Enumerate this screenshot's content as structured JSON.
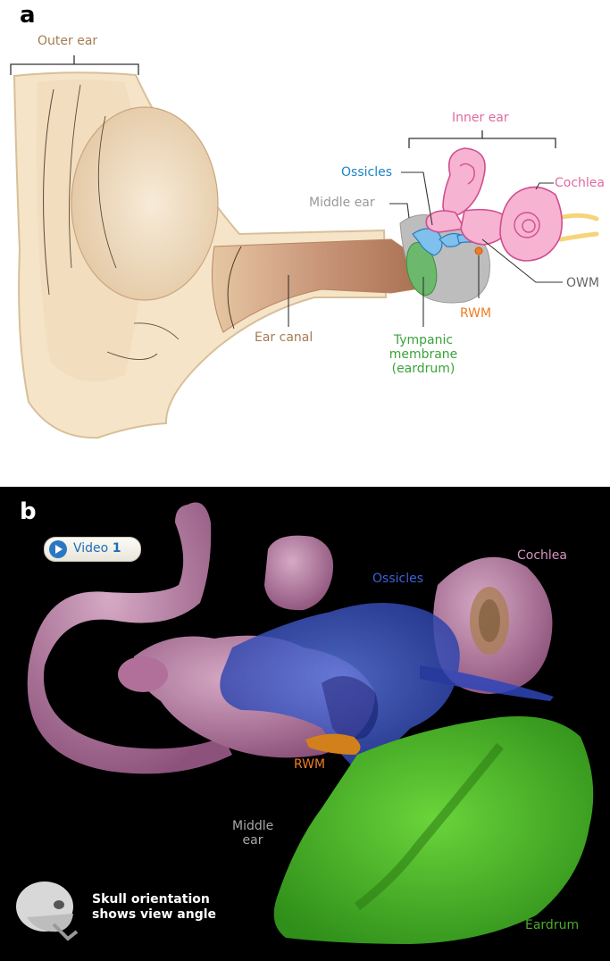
{
  "panel_a": {
    "letter": "a",
    "labels": {
      "outer_ear": "Outer ear",
      "inner_ear": "Inner ear",
      "ossicles": "Ossicles",
      "middle_ear": "Middle ear",
      "cochlea": "Cochlea",
      "owm": "OWM",
      "rwm": "RWM",
      "ear_canal": "Ear canal",
      "tympanic_line1": "Tympanic",
      "tympanic_line2": "membrane",
      "tympanic_line3": "(eardrum)"
    }
  },
  "panel_b": {
    "letter": "b",
    "video_badge": {
      "prefix": "Video ",
      "number": "1"
    },
    "labels": {
      "cochlea": "Cochlea",
      "ossicles": "Ossicles",
      "rwm": "RWM",
      "middle_ear_line1": "Middle",
      "middle_ear_line2": "ear",
      "eardrum": "Eardrum"
    },
    "skull_note_line1": "Skull orientation",
    "skull_note_line2": "shows view angle"
  },
  "colors": {
    "outer_ear_label": "#a57c52",
    "inner_ear_pink": "#e0699f",
    "ossicles_blue": "#1c83c6",
    "middle_ear_gray": "#999999",
    "rwm_orange": "#ef7d22",
    "tympanic_green": "#3aa33a",
    "skin": "#f1dcbc",
    "canal_brown": "#c08b66"
  }
}
